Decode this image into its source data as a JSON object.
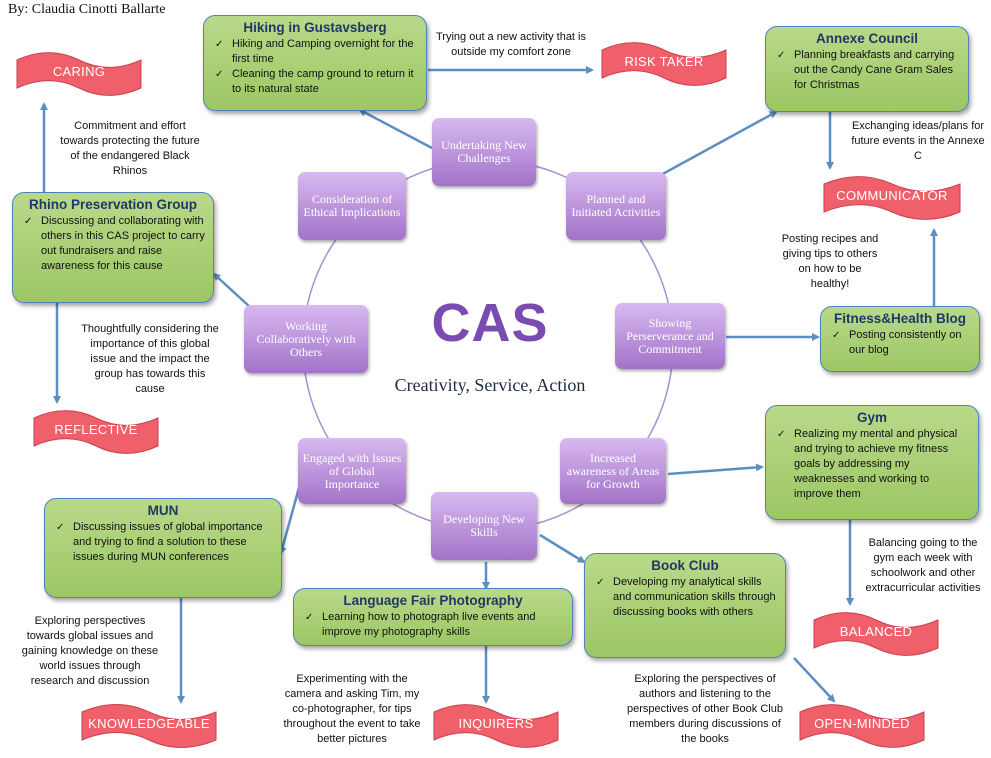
{
  "author": "By: Claudia Cinotti Ballarte",
  "center": {
    "title": "CAS",
    "subtitle": "Creativity, Service, Action"
  },
  "colors": {
    "green_box": "#a8cf72",
    "purple_node": "#b88fdc",
    "red_banner": "#f0606a",
    "arrow": "#5b8fc4"
  },
  "outcome_nodes": [
    "Undertaking New Challenges",
    "Planned and Initiated Activities",
    "Showing Perserverance and Commitment",
    "Increased awareness of Areas for Growth",
    "Developing New Skills",
    "Engaged with Issues of Global Importance",
    "Working Collaboratively with Others",
    "Consideration of Ethical Implications"
  ],
  "activities": {
    "hiking": {
      "title": "Hiking in Gustavsberg",
      "items": [
        "Hiking and Camping overnight for the first time",
        "Cleaning the camp ground to return it to its natural state"
      ]
    },
    "annexe": {
      "title": "Annexe Council",
      "items": [
        "Planning breakfasts and carrying out the Candy Cane Gram Sales for Christmas"
      ]
    },
    "rhino": {
      "title": "Rhino Preservation Group",
      "items": [
        "Discussing and collaborating with others in this CAS project to carry out fundraisers and raise awareness for this cause"
      ]
    },
    "fitness": {
      "title": "Fitness&Health Blog",
      "items": [
        "Posting consistently on our blog"
      ]
    },
    "gym": {
      "title": "Gym",
      "items": [
        "Realizing my mental and physical and trying to achieve my fitness goals by addressing my weaknesses and working to improve them"
      ]
    },
    "mun": {
      "title": "MUN",
      "items": [
        "Discussing issues of global importance and trying to find a solution to these issues during MUN conferences"
      ]
    },
    "book": {
      "title": "Book Club",
      "items": [
        "Developing my analytical skills and communication skills through discussing books with others"
      ]
    },
    "language": {
      "title": "Language Fair Photography",
      "items": [
        "Learning how to photograph live events and improve my photography skills"
      ]
    }
  },
  "profiles": {
    "caring": "CARING",
    "risk_taker": "RISK TAKER",
    "communicator": "COMMUNICATOR",
    "reflective": "REFLECTIVE",
    "balanced": "BALANCED",
    "knowledgeable": "KNOWLEDGEABLE",
    "inquirers": "INQUIRERS",
    "open_minded": "OPEN-MINDED"
  },
  "notes": {
    "risk": "Trying out a new activity that is outside my comfort zone",
    "caring": "Commitment and effort towards protecting the future of the endangered Black Rhinos",
    "communicator": "Exchanging ideas/plans for future events in the Annexe C",
    "blog": "Posting recipes and giving tips to others on how to be healthy!",
    "reflective": "Thoughtfully considering the importance of this global issue and the impact the group has towards this cause",
    "balanced": "Balancing going to the gym each week with schoolwork and other extracurricular activities",
    "knowledgeable": "Exploring perspectives towards global issues and gaining knowledge on these world issues through research and discussion",
    "inquirers": "Experimenting with the camera and asking Tim, my co-photographer, for tips throughout the event to take better pictures",
    "open_minded": "Exploring the perspectives of authors and listening to the perspectives of other Book Club members during discussions of the books"
  }
}
